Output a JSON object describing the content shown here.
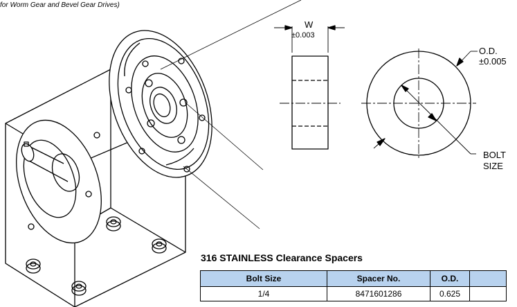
{
  "caption": "for Worm Gear and Bevel Gear Drives)",
  "dimensions": {
    "width_label": "W",
    "width_tol": "±0.003",
    "od_label": "O.D.",
    "od_tol": "±0.005",
    "bolt_label_1": "BOLT",
    "bolt_label_2": "SIZE"
  },
  "table": {
    "title": "316 STAINLESS Clearance Spacers",
    "headers": [
      "Bolt Size",
      "Spacer No.",
      "O.D.",
      ""
    ],
    "rows": [
      [
        "1/4",
        "8471601286",
        "0.625",
        ""
      ]
    ]
  }
}
